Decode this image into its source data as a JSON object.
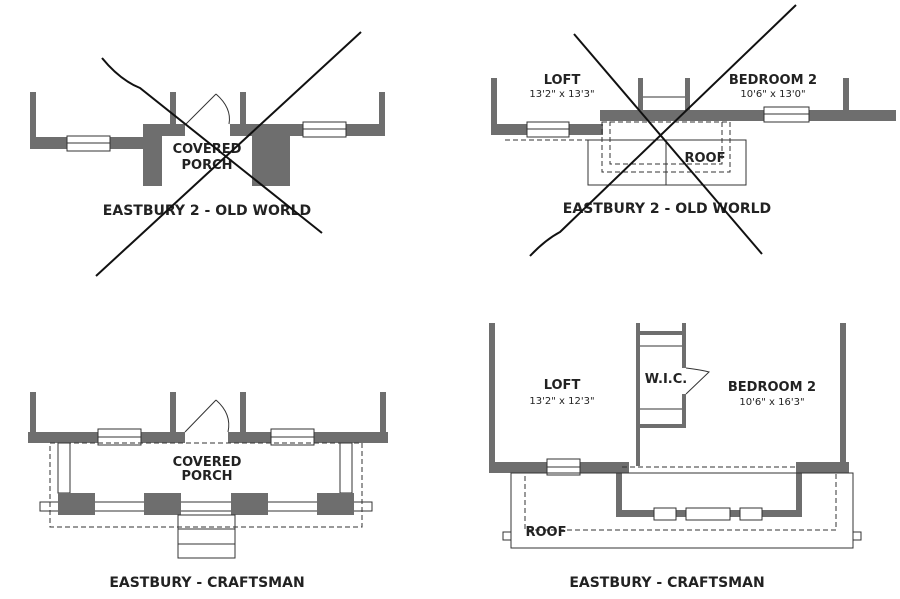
{
  "plans": [
    {
      "id": "old-world-porch",
      "caption": "EASTBURY 2 - OLD WORLD",
      "crossed_out": true,
      "rooms": [
        {
          "name": "COVERED",
          "name2": "PORCH"
        }
      ]
    },
    {
      "id": "old-world-upper",
      "caption": "EASTBURY 2 - OLD WORLD",
      "crossed_out": true,
      "rooms": [
        {
          "name": "LOFT",
          "dims": "13'2\" x 13'3\""
        },
        {
          "name": "BEDROOM 2",
          "dims": "10'6\" x 13'0\""
        },
        {
          "name": "ROOF"
        }
      ]
    },
    {
      "id": "craftsman-porch",
      "caption": "EASTBURY - CRAFTSMAN",
      "crossed_out": false,
      "rooms": [
        {
          "name": "COVERED",
          "name2": "PORCH"
        }
      ]
    },
    {
      "id": "craftsman-upper",
      "caption": "EASTBURY - CRAFTSMAN",
      "crossed_out": false,
      "rooms": [
        {
          "name": "LOFT",
          "dims": "13'2\" x 12'3\""
        },
        {
          "name": "W.I.C."
        },
        {
          "name": "BEDROOM 2",
          "dims": "10'6\" x 16'3\""
        },
        {
          "name": "ROOF"
        }
      ]
    }
  ]
}
